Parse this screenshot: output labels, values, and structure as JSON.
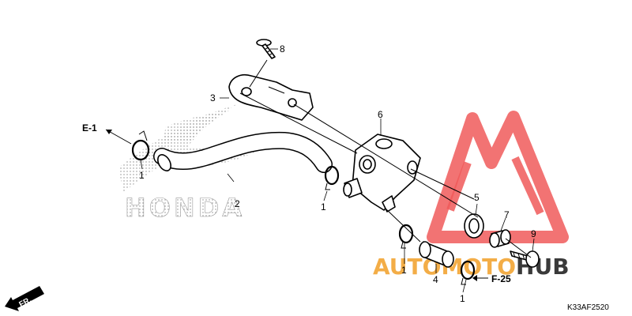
{
  "diagram": {
    "callouts": [
      "1",
      "2",
      "3",
      "4",
      "5",
      "6",
      "7",
      "8",
      "9"
    ],
    "references": [
      "E-1",
      "F-25"
    ],
    "brand_watermark": "HONDA",
    "direction_label": "FR.",
    "diagram_code": "K33AF2520",
    "watermark": {
      "text_prefix": "AUTO",
      "text_middle": "MOTO",
      "text_suffix": "HUB",
      "primary_color": "#f05a5a",
      "accent_color": "#f2a534",
      "dark_color": "#3a3a3a"
    }
  }
}
